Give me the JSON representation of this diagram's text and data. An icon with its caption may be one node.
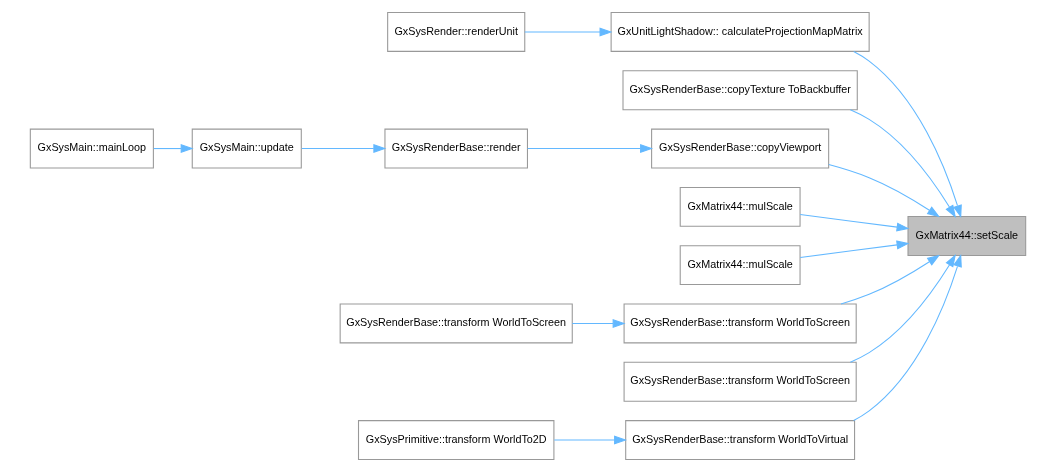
{
  "diagram": {
    "nodes": [
      {
        "text": [
          "GxMatrix44::setScale"
        ]
      },
      {
        "text": [
          "GxUnitLightShadow:: calculateProjectionMapMatrix"
        ]
      },
      {
        "text": [
          "GxSysRender::renderUnit"
        ]
      },
      {
        "text": [
          "GxSysRenderBase::copyTexture ToBackbuffer"
        ]
      },
      {
        "text": [
          "GxSysRenderBase::copyViewport"
        ]
      },
      {
        "text": [
          "GxSysRenderBase::render"
        ]
      },
      {
        "text": [
          "GxSysMain::update"
        ]
      },
      {
        "text": [
          "GxSysMain::mainLoop"
        ]
      },
      {
        "text": [
          "GxMatrix44::mulScale"
        ]
      },
      {
        "text": [
          "GxMatrix44::mulScale"
        ]
      },
      {
        "text": [
          "GxSysRenderBase::transform WorldToScreen"
        ]
      },
      {
        "text": [
          "GxSysRenderBase::transform WorldToScreen"
        ]
      },
      {
        "text": [
          "GxSysRenderBase::transform WorldToScreen"
        ]
      },
      {
        "text": [
          "GxSysRenderBase::transform WorldToVirtual"
        ]
      },
      {
        "text": [
          "GxSysPrimitive::transform WorldTo2D"
        ]
      }
    ],
    "edges": [
      {
        "from": 1,
        "to": 0,
        "arrow": "to"
      },
      {
        "from": 2,
        "to": 1,
        "arrow": "to"
      },
      {
        "from": 3,
        "to": 0,
        "arrow": "to"
      },
      {
        "from": 4,
        "to": 0,
        "arrow": "to"
      },
      {
        "from": 5,
        "to": 4,
        "arrow": "to"
      },
      {
        "from": 6,
        "to": 5,
        "arrow": "to"
      },
      {
        "from": 7,
        "to": 6,
        "arrow": "to"
      },
      {
        "from": 8,
        "to": 0,
        "arrow": "to"
      },
      {
        "from": 9,
        "to": 0,
        "arrow": "to"
      },
      {
        "from": 10,
        "to": 0,
        "arrow": "to"
      },
      {
        "from": 11,
        "to": 10,
        "arrow": "to"
      },
      {
        "from": 12,
        "to": 0,
        "arrow": "to"
      },
      {
        "from": 13,
        "to": 0,
        "arrow": "to"
      },
      {
        "from": 14,
        "to": 13,
        "arrow": "to"
      }
    ]
  }
}
